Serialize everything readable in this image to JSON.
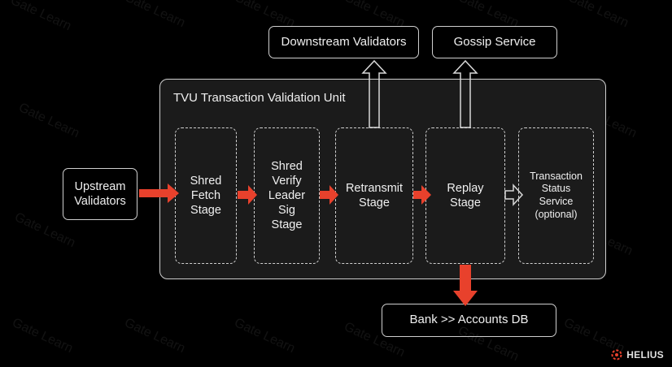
{
  "title": "TVU Transaction Validation Unit",
  "nodes": {
    "upstream": "Upstream Validators",
    "downstream": "Downstream Validators",
    "gossip": "Gossip Service",
    "bank": "Bank >> Accounts DB"
  },
  "stages": {
    "shred_fetch": "Shred Fetch Stage",
    "shred_verify": "Shred Verify Leader Sig Stage",
    "retransmit": "Retransmit Stage",
    "replay": "Replay Stage",
    "tx_status": "Transaction Status Service (optional)"
  },
  "watermark": "Gate Learn",
  "logo": "HELIUS",
  "colors": {
    "accent": "#e8412c",
    "background": "#000000",
    "panel": "#1b1b1b"
  }
}
